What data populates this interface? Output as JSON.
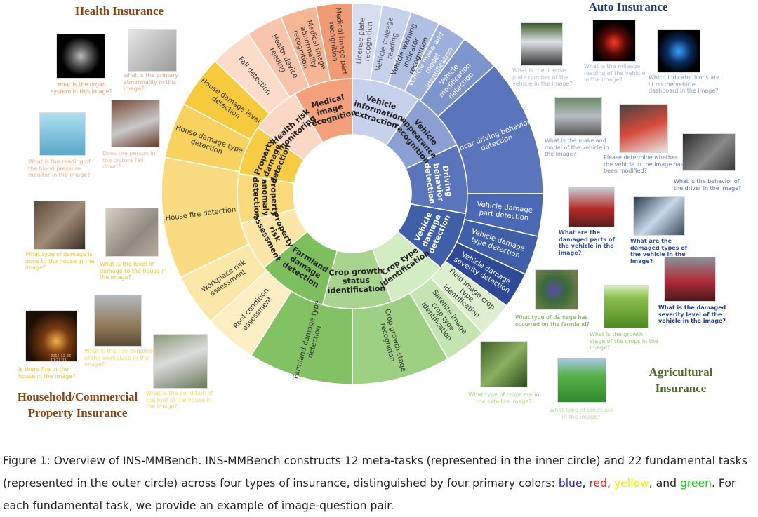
{
  "headings": {
    "health": "Health Insurance",
    "auto": "Auto Insurance",
    "agri_1": "Agricultural",
    "agri_2": "Insurance",
    "property_1": "Household/Commercial",
    "property_2": "Property Insurance"
  },
  "colors": {
    "blue": "#3f5fa8",
    "red": "#e8866a",
    "yellow": "#f7d45c",
    "green": "#8cc86e",
    "heading_brown": "#8b4513",
    "heading_navy": "#1f3a7a",
    "heading_olive": "#4e6b2e"
  },
  "meta_tasks": {
    "medical": "Medical image recognition",
    "vehicle_info": "Vehicle information extraction",
    "vehicle_app": "Vehicle appearance recognition",
    "driving": "Driving behavior detection",
    "vehicle_damage": "Vehicle damage detection",
    "crop_type": "Crop type identification",
    "crop_growth": "Crop growth status identification",
    "farmland": "Farmland damage detection",
    "prop_risk": "Property risk assessment",
    "prop_anomaly": "Property anomaly detection",
    "prop_damage": "Property damage detection",
    "health_risk": "Health risk monitoring"
  },
  "tasks": {
    "plate": "License plate recognition",
    "mileage": "Vehicle mileage reading",
    "warning": "Vehicle warning indicator recognition",
    "make": "Vehicle make and model identification",
    "modification": "Vehicle modification detection",
    "incar": "Incar driving behavior detection",
    "damage_part": "Vehicle damage part detection",
    "damage_type": "Vehicle damage type detection",
    "damage_sev": "Vehicle damage severity detection",
    "field_crop": "Field image crop type identification",
    "sat_crop": "Satellite image crop type identification",
    "crop_stage": "Crop growth stage recognition",
    "farm_damage": "Farmland damage type detection",
    "roof": "Roof condition assessment",
    "workplace": "Workplace risk assessment",
    "house_fire": "House fire detection",
    "house_damage_type": "House damage type detection",
    "house_damage_level": "House damage level detection",
    "fall": "Fall detection",
    "device": "Health device reading",
    "abnormality": "Medical image abnormality recognition",
    "part": "Medical image part recognition"
  },
  "questions": {
    "organ": "what is the organ system in this image?",
    "abnormality": "what is the primary abnormality in this image?",
    "bp": "What is the reading of the blood pressure monitor in the image?",
    "fall": "Does the person in the picture fall down?",
    "house_damage_type": "What type of damage is done to the house in the image?",
    "house_damage_level": "What is the level of damage to the house in the image?",
    "fire": "Is there fire in the house in the image?",
    "workplace": "What is the risk condition of the workplace in the image?",
    "roof": "What is the condition of the roof of the house in the image?",
    "plate": "What is the license plate number of the vehicle in the image?",
    "mileage": "What is the mileage reading of the vehicle in the image?",
    "indicator": "Which indicator icons are lit on the vehicle dashboard in the image?",
    "make": "What is the make and model of the vehicle in the image?",
    "modified": "Please determine whether the vehicle in the image has been modified?",
    "behavior": "What is the behavior of the driver in the image?",
    "damaged_parts": "What are the damaged parts of the vehicle in the image?",
    "damaged_types": "What are the damaged types of the vehicle in the image?",
    "severity": "What is the damaged severity level of the vehicle in the image?",
    "farmland": "What type of damage has occurred on the farmland?",
    "growth": "What is the growth stage of the crops in the image?",
    "satellite": "What type of crops are in the satellite image?",
    "crops": "What type of crops are in the image?"
  },
  "photo_stamps": {
    "fire_date": "2015-12-26 10:21:03"
  },
  "caption": {
    "lead": "Figure 1: Overview of INS-MMBench. INS-MMBench constructs 12 meta-tasks (represented in the inner circle) and 22 fundamental tasks (represented in the outer circle) across four types of insurance, distinguished by four primary colors: ",
    "blue": "blue",
    "sep1": ", ",
    "red": "red",
    "sep2": ", ",
    "yellow": "yellow",
    "sep3": ", and ",
    "green": "green",
    "tail": ". For each fundamental task, we provide an example of image-question pair."
  }
}
